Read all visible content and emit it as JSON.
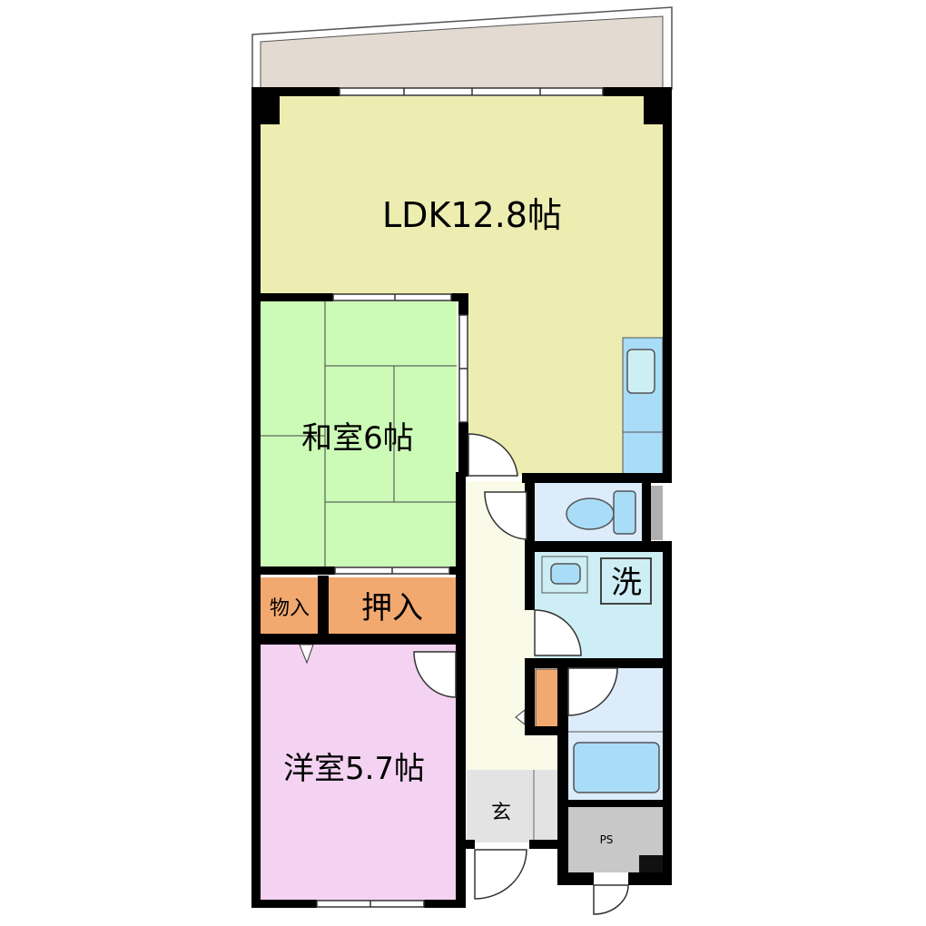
{
  "rooms": {
    "ldk": {
      "label": "LDK12.8帖",
      "color": "#eeedb1"
    },
    "washitsu": {
      "label": "和室6帖",
      "color": "#ccfab7"
    },
    "monoire": {
      "label": "物入",
      "color": "#f2a970"
    },
    "oshiire": {
      "label": "押入",
      "color": "#f2a970"
    },
    "youshitsu": {
      "label": "洋室5.7帖",
      "color": "#f4d2f1"
    },
    "genkan": {
      "label": "玄",
      "color": "#e3e3e3"
    },
    "sentaku": {
      "label": "洗",
      "color": "#cdeef4"
    },
    "ps": {
      "label": "PS",
      "color": "#c8c8c8"
    },
    "hallway": {
      "color": "#fafae8"
    },
    "wet": {
      "color": "#dcecfa"
    },
    "balcony": {
      "color": "#e3dbd1"
    },
    "fixtures": {
      "color": "#a9dcf6"
    }
  }
}
